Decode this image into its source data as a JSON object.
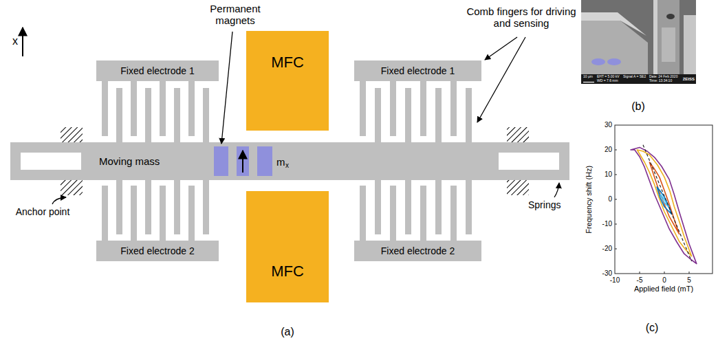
{
  "diagram": {
    "nodes": [
      {
        "text": [
          "MFC"
        ]
      },
      {
        "text": [
          "Fixed electrode 1"
        ]
      },
      {
        "text": [
          "Fixed electrode 1"
        ]
      },
      {
        "text": [
          "Moving mass"
        ]
      },
      {
        "text": [
          "Fixed electrode 2"
        ]
      },
      {
        "text": [
          "Fixed electrode 2"
        ]
      },
      {
        "text": [
          "MFC"
        ]
      }
    ],
    "labels": [
      "x",
      "Permanent magnets",
      "Comb fingers for driving and sensing",
      "m",
      "x",
      "Anchor point",
      "Springs",
      "(a)",
      "10 µm",
      "EHT = 5.00 kV",
      "WD = 7.6 mm",
      "Signal A = SE2",
      "Date: 24 Feb 2020",
      "Time: 13:34:10",
      "ZEISS",
      "(b)",
      "30",
      "20",
      "10",
      "0",
      "-10",
      "-20",
      "-30",
      "-10",
      "-5",
      "0",
      "5",
      "Frequency shift (Hz)",
      "Applied field (mT)",
      "(c)"
    ]
  }
}
